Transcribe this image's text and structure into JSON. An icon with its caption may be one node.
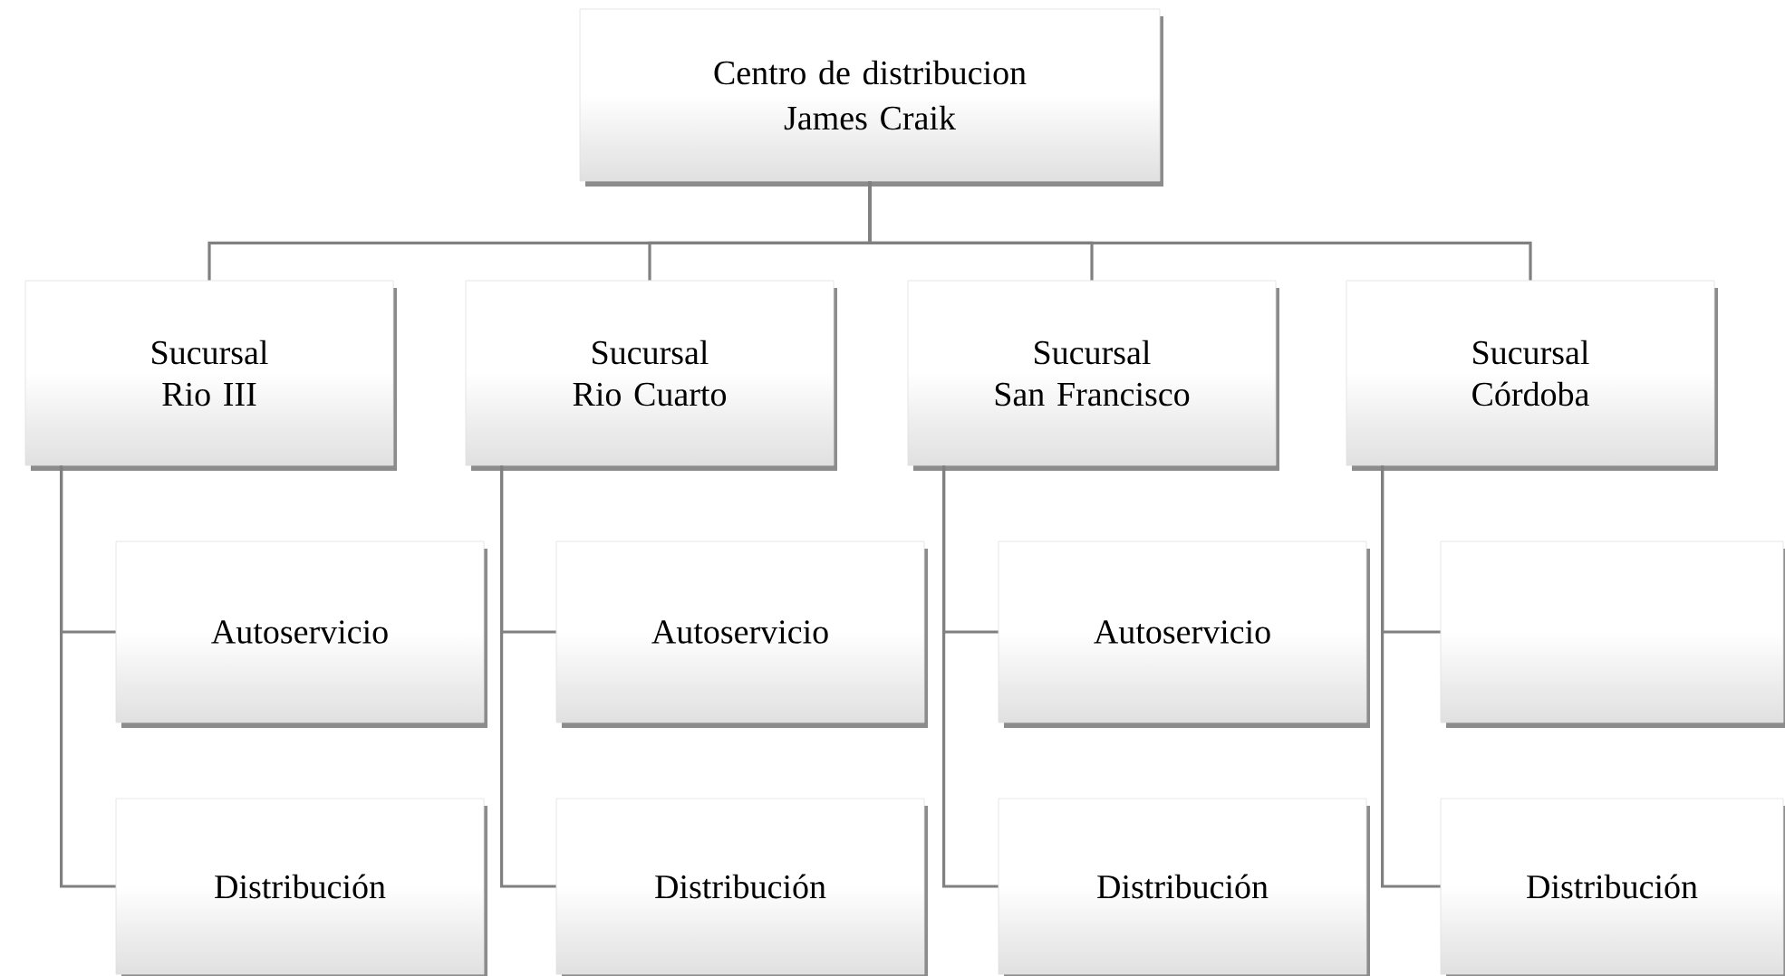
{
  "diagram": {
    "nodes": [
      {
        "text": [
          "Centro de distribucion James Craik"
        ]
      },
      {
        "text": [
          "Sucursal",
          "Rio III"
        ]
      },
      {
        "text": [
          "Sucursal",
          "Rio Cuarto"
        ]
      },
      {
        "text": [
          "Sucursal",
          "San Francisco"
        ]
      },
      {
        "text": [
          "Sucursal",
          "Córdoba"
        ]
      },
      {
        "text": [
          "Autoservicio"
        ]
      },
      {
        "text": [
          "Distribución"
        ]
      },
      {
        "text": [
          "Autoservicio"
        ]
      },
      {
        "text": [
          "Distribución"
        ]
      },
      {
        "text": [
          "Autoservicio"
        ]
      },
      {
        "text": [
          "Distribución"
        ]
      },
      {
        "text": [],
        "shape": "box"
      },
      {
        "text": [
          "Distribución"
        ]
      }
    ],
    "edges": [
      {
        "from": 0,
        "to": 1,
        "arrow": "none"
      },
      {
        "from": 0,
        "to": 2,
        "arrow": "none"
      },
      {
        "from": 0,
        "to": 3,
        "arrow": "none"
      },
      {
        "from": 0,
        "to": 4,
        "arrow": "none"
      },
      {
        "from": 1,
        "to": 5,
        "arrow": "none"
      },
      {
        "from": 1,
        "to": 6,
        "arrow": "none"
      },
      {
        "from": 2,
        "to": 7,
        "arrow": "none"
      },
      {
        "from": 2,
        "to": 8,
        "arrow": "none"
      },
      {
        "from": 3,
        "to": 9,
        "arrow": "none"
      },
      {
        "from": 3,
        "to": 10,
        "arrow": "none"
      },
      {
        "from": 4,
        "to": 11,
        "arrow": "none"
      },
      {
        "from": 4,
        "to": 12,
        "arrow": "none"
      }
    ]
  }
}
